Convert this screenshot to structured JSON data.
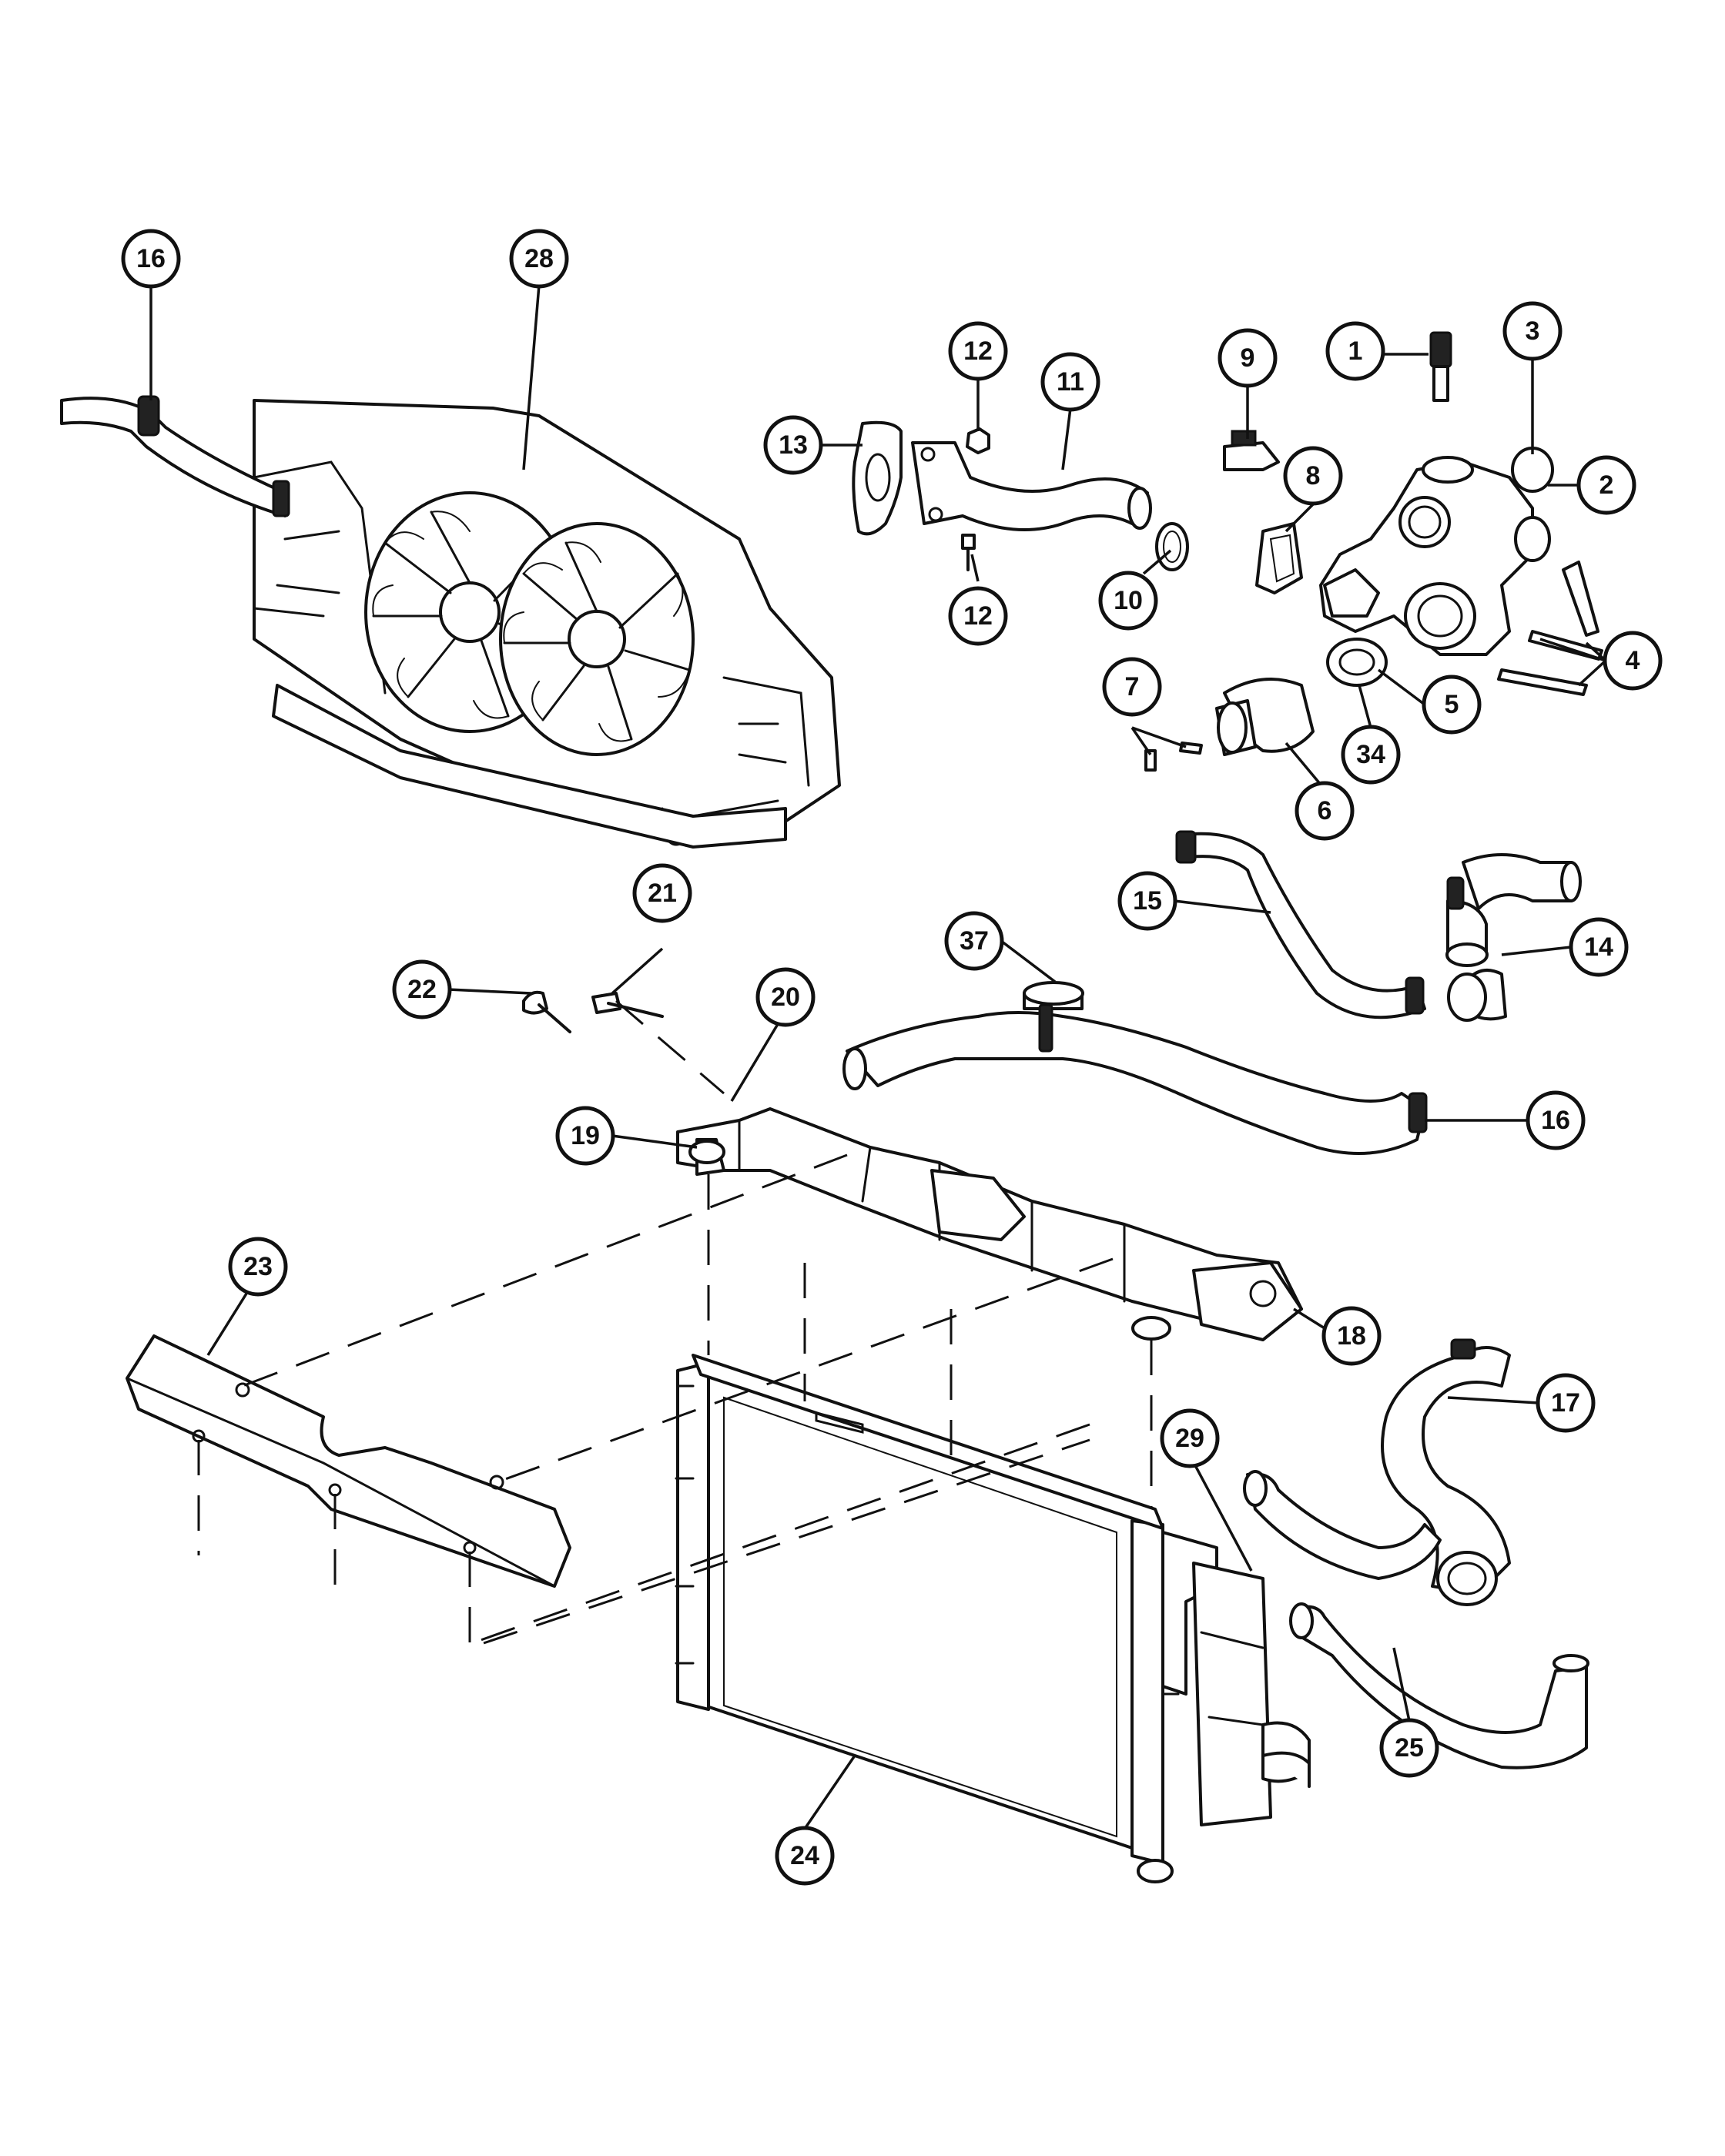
{
  "callouts": [
    {
      "id": "c16a",
      "label": "16"
    },
    {
      "id": "c28",
      "label": "28"
    },
    {
      "id": "c12a",
      "label": "12"
    },
    {
      "id": "c11",
      "label": "11"
    },
    {
      "id": "c9",
      "label": "9"
    },
    {
      "id": "c1",
      "label": "1"
    },
    {
      "id": "c3",
      "label": "3"
    },
    {
      "id": "c13",
      "label": "13"
    },
    {
      "id": "c8",
      "label": "8"
    },
    {
      "id": "c2",
      "label": "2"
    },
    {
      "id": "c10",
      "label": "10"
    },
    {
      "id": "c12b",
      "label": "12"
    },
    {
      "id": "c4",
      "label": "4"
    },
    {
      "id": "c7",
      "label": "7"
    },
    {
      "id": "c5",
      "label": "5"
    },
    {
      "id": "c34",
      "label": "34"
    },
    {
      "id": "c6",
      "label": "6"
    },
    {
      "id": "c21",
      "label": "21"
    },
    {
      "id": "c15",
      "label": "15"
    },
    {
      "id": "c14",
      "label": "14"
    },
    {
      "id": "c37",
      "label": "37"
    },
    {
      "id": "c22",
      "label": "22"
    },
    {
      "id": "c20",
      "label": "20"
    },
    {
      "id": "c16b",
      "label": "16"
    },
    {
      "id": "c19",
      "label": "19"
    },
    {
      "id": "c23",
      "label": "23"
    },
    {
      "id": "c18",
      "label": "18"
    },
    {
      "id": "c17",
      "label": "17"
    },
    {
      "id": "c29",
      "label": "29"
    },
    {
      "id": "c25",
      "label": "25"
    },
    {
      "id": "c24",
      "label": "24"
    }
  ]
}
